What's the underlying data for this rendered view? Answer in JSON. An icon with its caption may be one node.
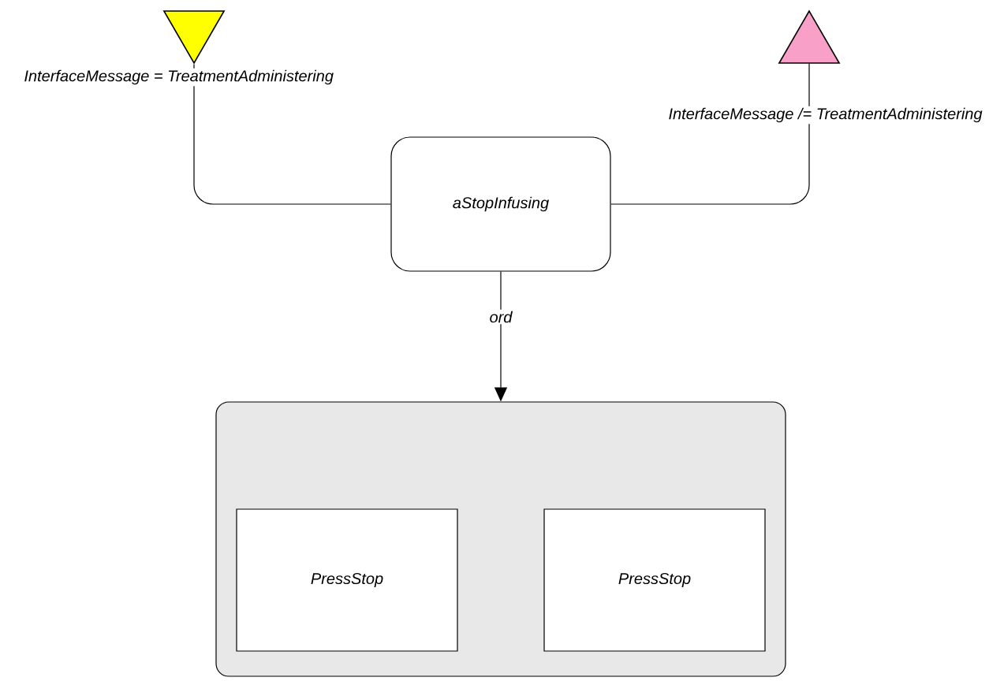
{
  "diagram": {
    "nodes": [
      {
        "text": [],
        "shape": "triangle"
      },
      {
        "text": [],
        "shape": "triangle"
      },
      {
        "text": [
          "aStopInfusing"
        ]
      },
      {
        "text": [],
        "shape": "box"
      },
      {
        "text": [
          "PressStop"
        ],
        "in": 3
      },
      {
        "text": [
          "PressStop"
        ],
        "in": 3
      }
    ],
    "edges": [
      {
        "from": 0,
        "to": 2,
        "arrow": "none",
        "label": "InterfaceMessage = TreatmentAdministering"
      },
      {
        "from": 2,
        "to": 1,
        "arrow": "none",
        "label": "InterfaceMessage /= TreatmentAdministering"
      },
      {
        "from": 2,
        "to": 3,
        "arrow": "to",
        "label": "ord"
      }
    ]
  }
}
